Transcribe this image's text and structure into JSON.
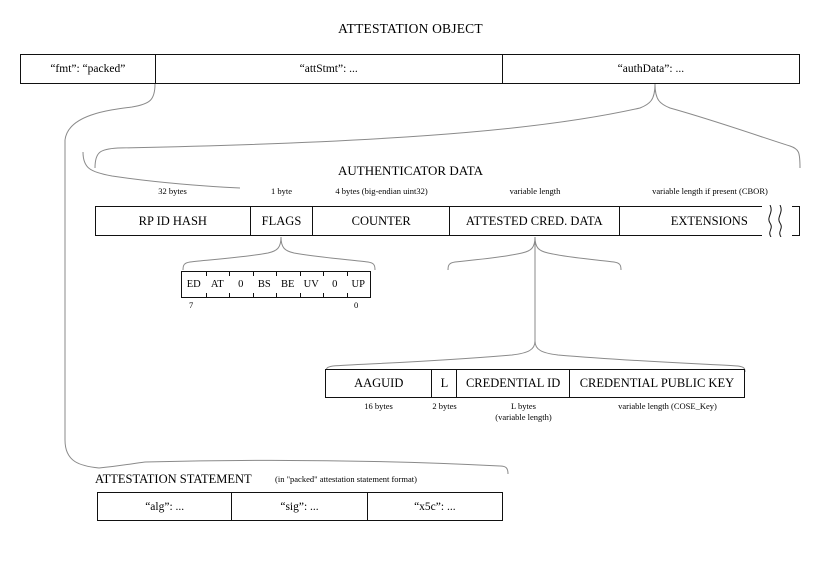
{
  "title": "ATTESTATION OBJECT",
  "attestation_object": {
    "fields": [
      {
        "label": "“fmt”: “packed”"
      },
      {
        "label": "“attStmt”: ..."
      },
      {
        "label": "“authData”: ..."
      }
    ]
  },
  "authenticator_data": {
    "heading": "AUTHENTICATOR DATA",
    "fields": [
      {
        "label": "RP ID HASH",
        "size": "32 bytes"
      },
      {
        "label": "FLAGS",
        "size": "1 byte"
      },
      {
        "label": "COUNTER",
        "size": "4 bytes (big-endian uint32)"
      },
      {
        "label": "ATTESTED CRED. DATA",
        "size": "variable length"
      },
      {
        "label": "EXTENSIONS",
        "size": "variable length if present (CBOR)"
      }
    ]
  },
  "flags": {
    "bits": [
      "ED",
      "AT",
      "0",
      "BS",
      "BE",
      "UV",
      "0",
      "UP"
    ],
    "high_bit_label": "7",
    "low_bit_label": "0"
  },
  "attested_credential_data": {
    "fields": [
      {
        "label": "AAGUID",
        "size": "16 bytes"
      },
      {
        "label": "L",
        "size": "2 bytes"
      },
      {
        "label": "CREDENTIAL ID",
        "size": "L bytes",
        "size2": "(variable length)"
      },
      {
        "label": "CREDENTIAL PUBLIC KEY",
        "size": "variable length (COSE_Key)"
      }
    ]
  },
  "attestation_statement": {
    "heading": "ATTESTATION STATEMENT",
    "note": "(in \"packed\" attestation statement format)",
    "fields": [
      {
        "label": "“alg”: ..."
      },
      {
        "label": "“sig”: ..."
      },
      {
        "label": "“x5c”: ..."
      }
    ]
  },
  "colors": {
    "ink": "#111111",
    "connector": "#8a8a8a",
    "background": "#ffffff"
  }
}
